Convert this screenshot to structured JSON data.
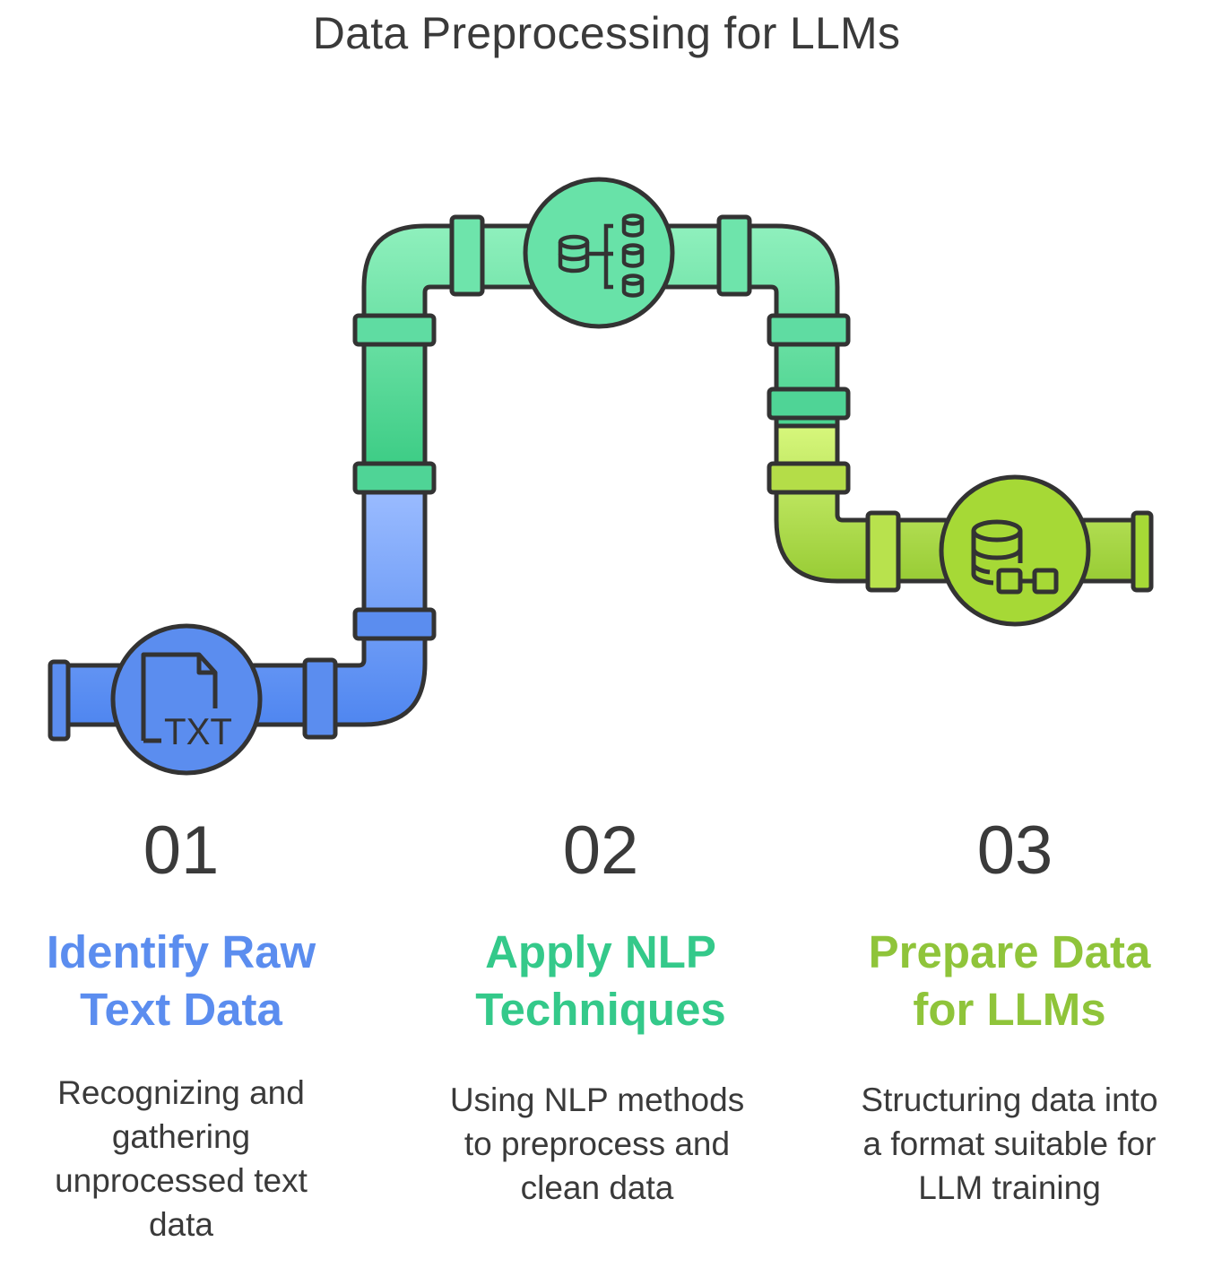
{
  "title": "Data Preprocessing for LLMs",
  "colors": {
    "blue": "#5b8def",
    "green": "#40cf8c",
    "lime": "#a6d936",
    "outline": "#333333"
  },
  "steps": [
    {
      "number": "01",
      "title_line1": "Identify Raw",
      "title_line2": "Text Data",
      "description": "Recognizing and gathering unprocessed text data",
      "icon": "txt-file-icon",
      "icon_label": "TXT",
      "color": "#5b8def"
    },
    {
      "number": "02",
      "title_line1": "Apply NLP",
      "title_line2": "Techniques",
      "description": "Using NLP methods to preprocess and clean data",
      "icon": "database-tree-icon",
      "color": "#3ecf8a"
    },
    {
      "number": "03",
      "title_line1": "Prepare Data",
      "title_line2": "for LLMs",
      "description": "Structuring data into a format suitable for LLM training",
      "icon": "database-blocks-icon",
      "color": "#9ccc3b"
    }
  ]
}
